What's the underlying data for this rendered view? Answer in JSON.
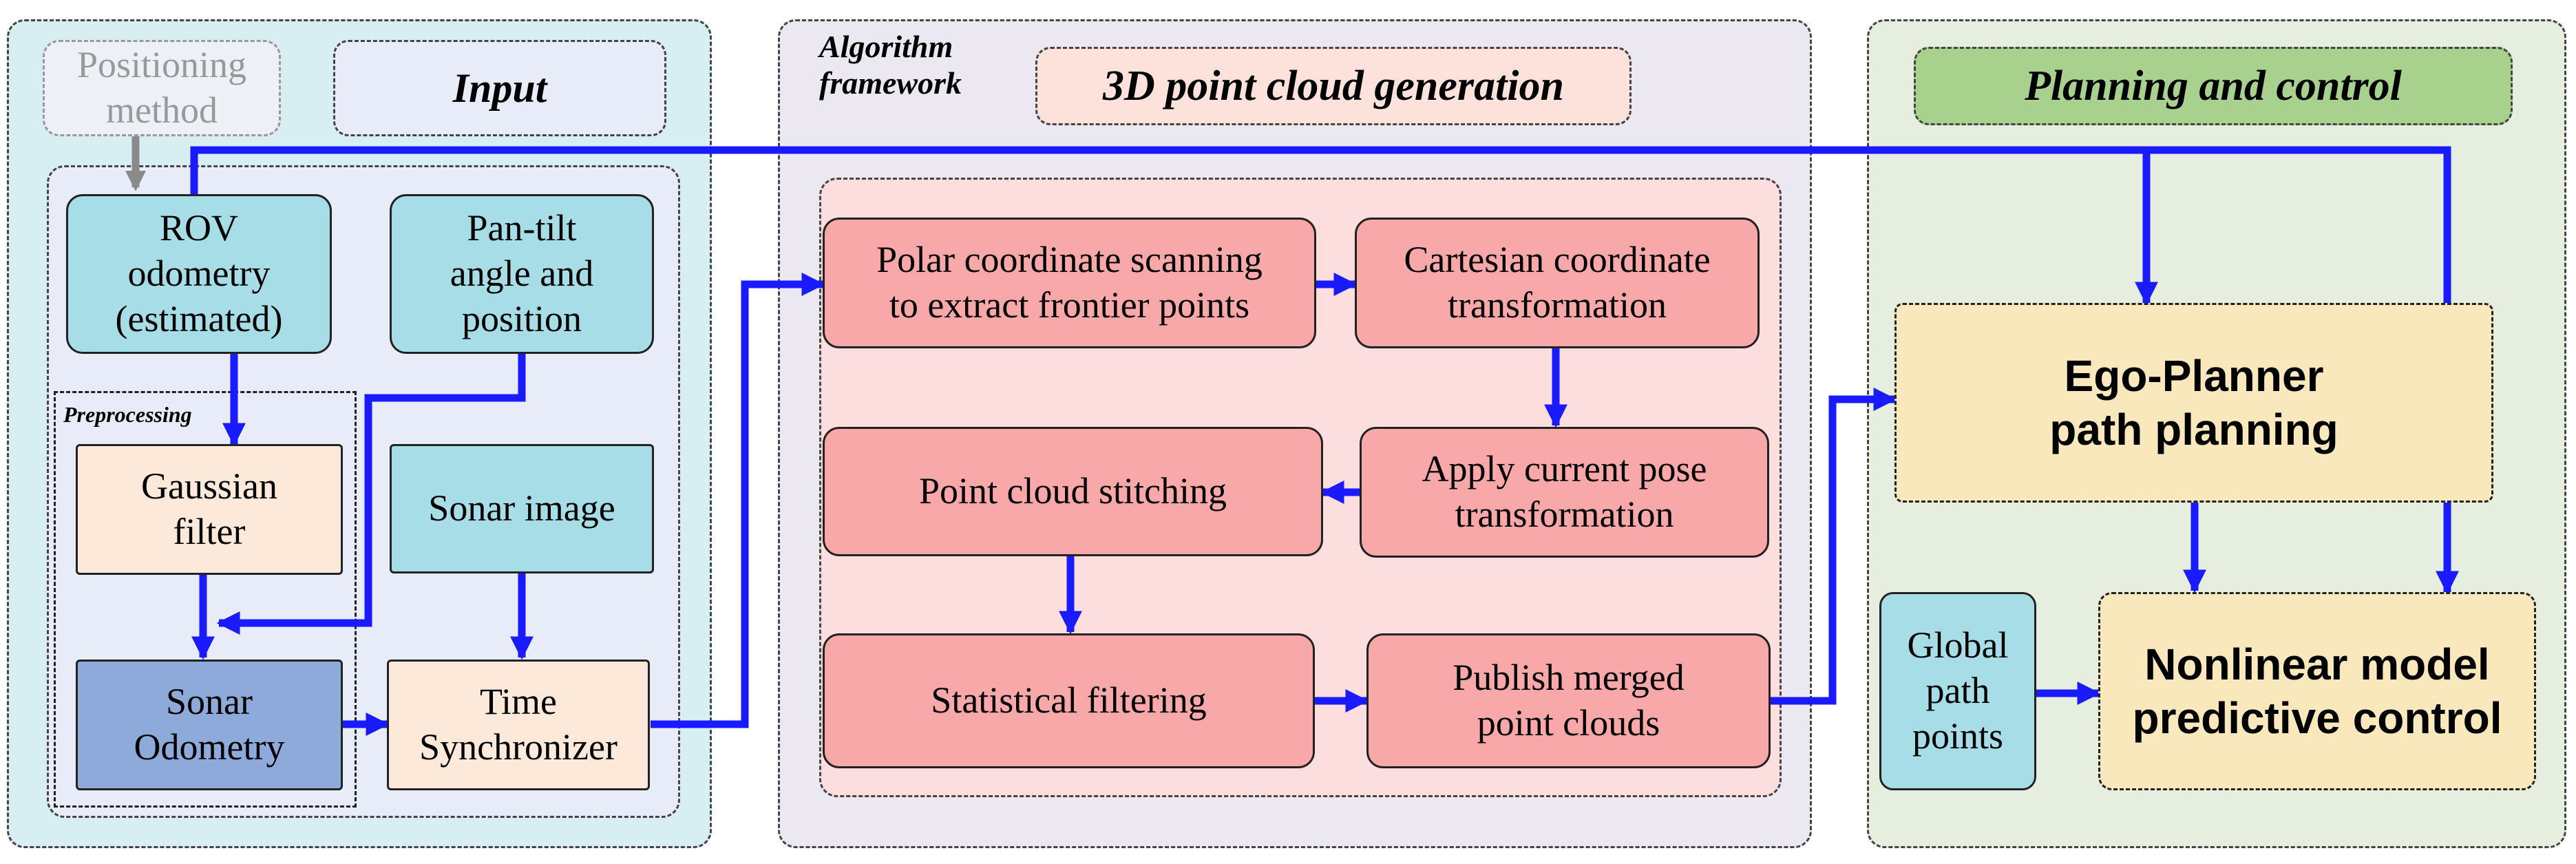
{
  "input_panel": {
    "title": "Input",
    "positioning_method": "Positioning\nmethod",
    "preprocessing": "Preprocessing",
    "rov_odometry": "ROV\nodometry\n(estimated)",
    "pan_tilt": "Pan-tilt\nangle and\nposition",
    "gaussian_filter": "Gaussian\nfilter",
    "sonar_image": "Sonar image",
    "sonar_odometry": "Sonar\nOdometry",
    "time_synchronizer": "Time\nSynchronizer"
  },
  "algorithm_panel": {
    "framework_label": "Algorithm\nframework",
    "title": "3D point cloud generation",
    "polar_scan": "Polar coordinate scanning\nto extract frontier points",
    "cartesian": "Cartesian coordinate\ntransformation",
    "apply_pose": "Apply current pose\ntransformation",
    "stitching": "Point cloud stitching",
    "statistical": "Statistical filtering",
    "publish": "Publish merged\npoint clouds"
  },
  "planning_panel": {
    "title": "Planning and control",
    "ego_planner": "Ego-Planner\npath planning",
    "global_path": "Global\npath\npoints",
    "nmpc": "Nonlinear model\npredictive control"
  },
  "colors": {
    "input_panel_bg": "#d7eef2",
    "algorithm_panel_bg": "#ece8f2",
    "planning_panel_bg": "#e6efdf",
    "arrow": "#1a1aff",
    "gray_arrow": "#8a8a8a"
  }
}
